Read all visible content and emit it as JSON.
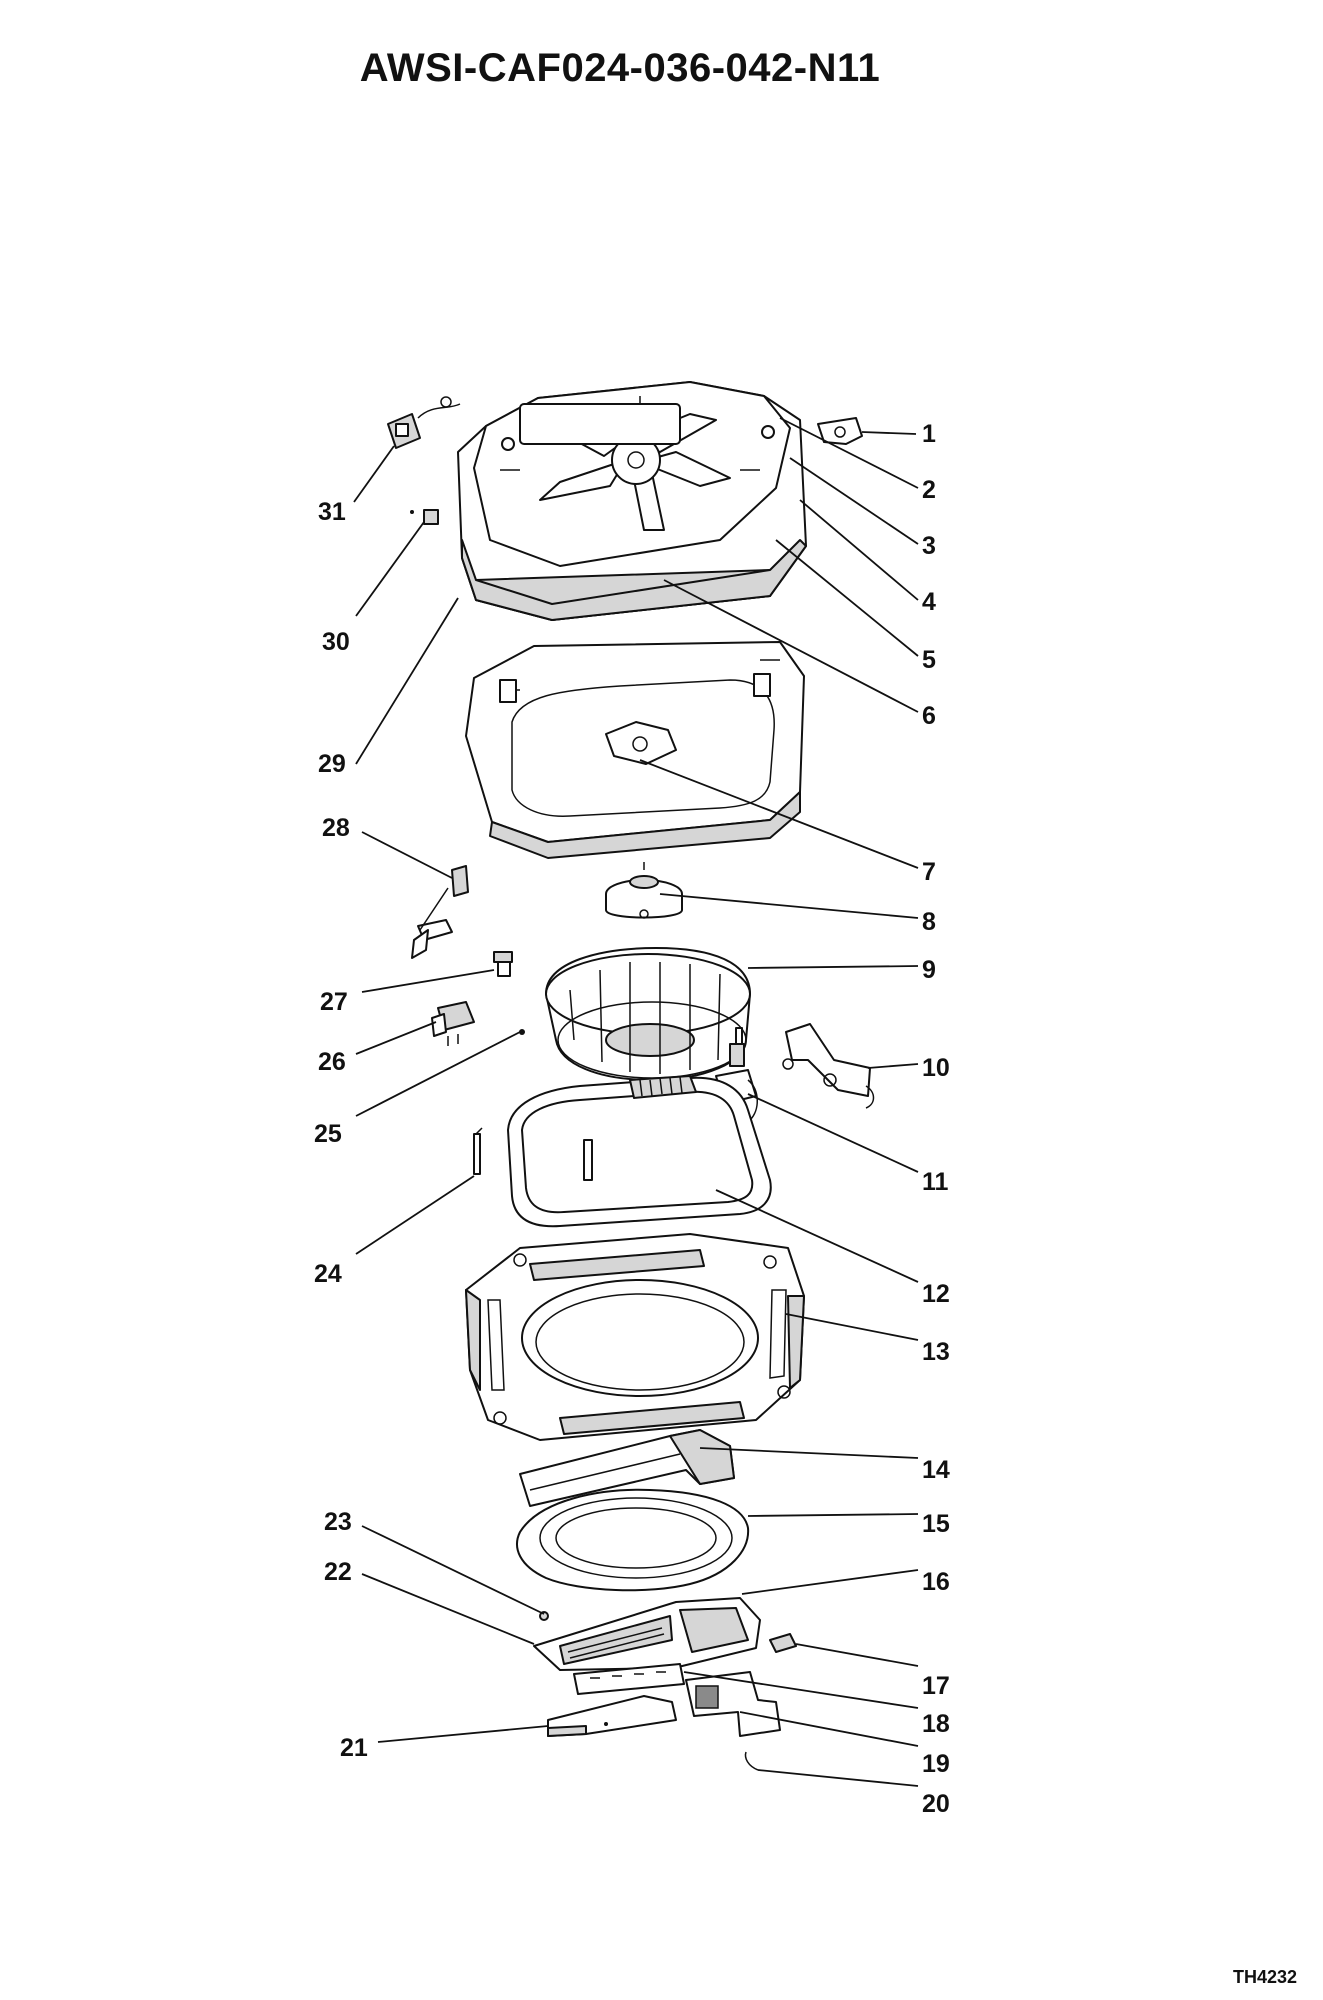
{
  "header": {
    "title": "AWSI-CAF024-036-042-N11"
  },
  "footer": {
    "code": "TH4232"
  },
  "callouts": {
    "c1": "1",
    "c2": "2",
    "c3": "3",
    "c4": "4",
    "c5": "5",
    "c6": "6",
    "c7": "7",
    "c8": "8",
    "c9": "9",
    "c10": "10",
    "c11": "11",
    "c12": "12",
    "c13": "13",
    "c14": "14",
    "c15": "15",
    "c16": "16",
    "c17": "17",
    "c18": "18",
    "c19": "19",
    "c20": "20",
    "c21": "21",
    "c22": "22",
    "c23": "23",
    "c24": "24",
    "c25": "25",
    "c26": "26",
    "c27": "27",
    "c28": "28",
    "c29": "29",
    "c30": "30",
    "c31": "31"
  }
}
